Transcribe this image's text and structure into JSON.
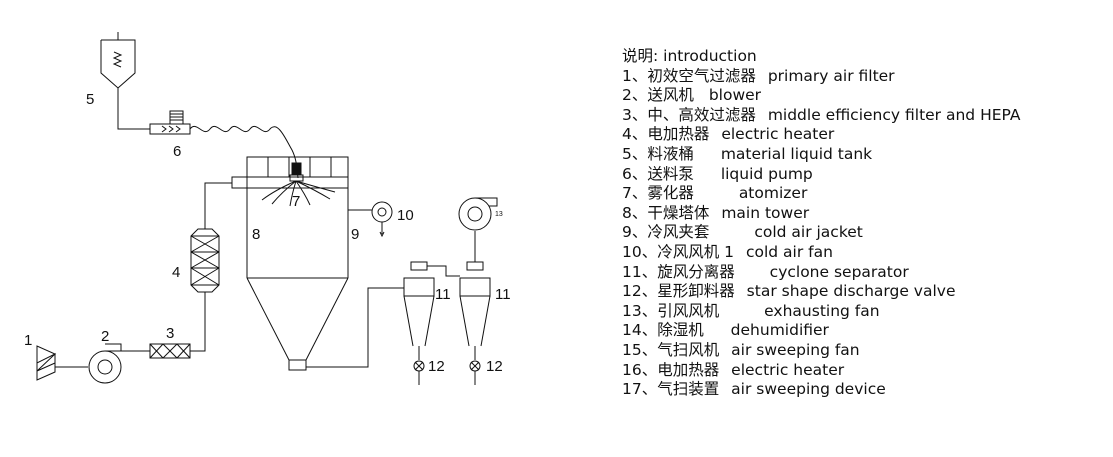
{
  "diagram": {
    "labels": {
      "n1": "1",
      "n2": "2",
      "n3": "3",
      "n4": "4",
      "n5": "5",
      "n6": "6",
      "n7": "7",
      "n8": "8",
      "n9": "9",
      "n10": "10",
      "n11a": "11",
      "n11b": "11",
      "n12a": "12",
      "n12b": "12",
      "n13": "13"
    }
  },
  "legend": {
    "title": "说明: introduction",
    "items": [
      {
        "zh": "1、初效空气过滤器",
        "en": "primary air filter"
      },
      {
        "zh": "2、送风机",
        "en": "blower"
      },
      {
        "zh": "3、中、高效过滤器",
        "en": "middle efficiency filter and HEPA"
      },
      {
        "zh": "4、电加热器",
        "en": "electric heater"
      },
      {
        "zh": "5、料液桶",
        "en": "material liquid tank"
      },
      {
        "zh": "6、送料泵",
        "en": "liquid pump"
      },
      {
        "zh": "7、雾化器",
        "en": "atomizer"
      },
      {
        "zh": "8、干燥塔体",
        "en": "main tower"
      },
      {
        "zh": "9、冷风夹套",
        "en": "cold air jacket"
      },
      {
        "zh": "10、冷风风机 1",
        "en": "cold air fan"
      },
      {
        "zh": "11、旋风分离器",
        "en": "cyclone separator"
      },
      {
        "zh": "12、星形卸料器",
        "en": "star shape discharge valve"
      },
      {
        "zh": "13、引风风机",
        "en": "exhausting fan"
      },
      {
        "zh": "14、除湿机",
        "en": "dehumidifier"
      },
      {
        "zh": "15、气扫风机",
        "en": "air sweeping fan"
      },
      {
        "zh": "16、电加热器",
        "en": "electric heater"
      },
      {
        "zh": "17、气扫装置",
        "en": "air sweeping device"
      }
    ]
  }
}
